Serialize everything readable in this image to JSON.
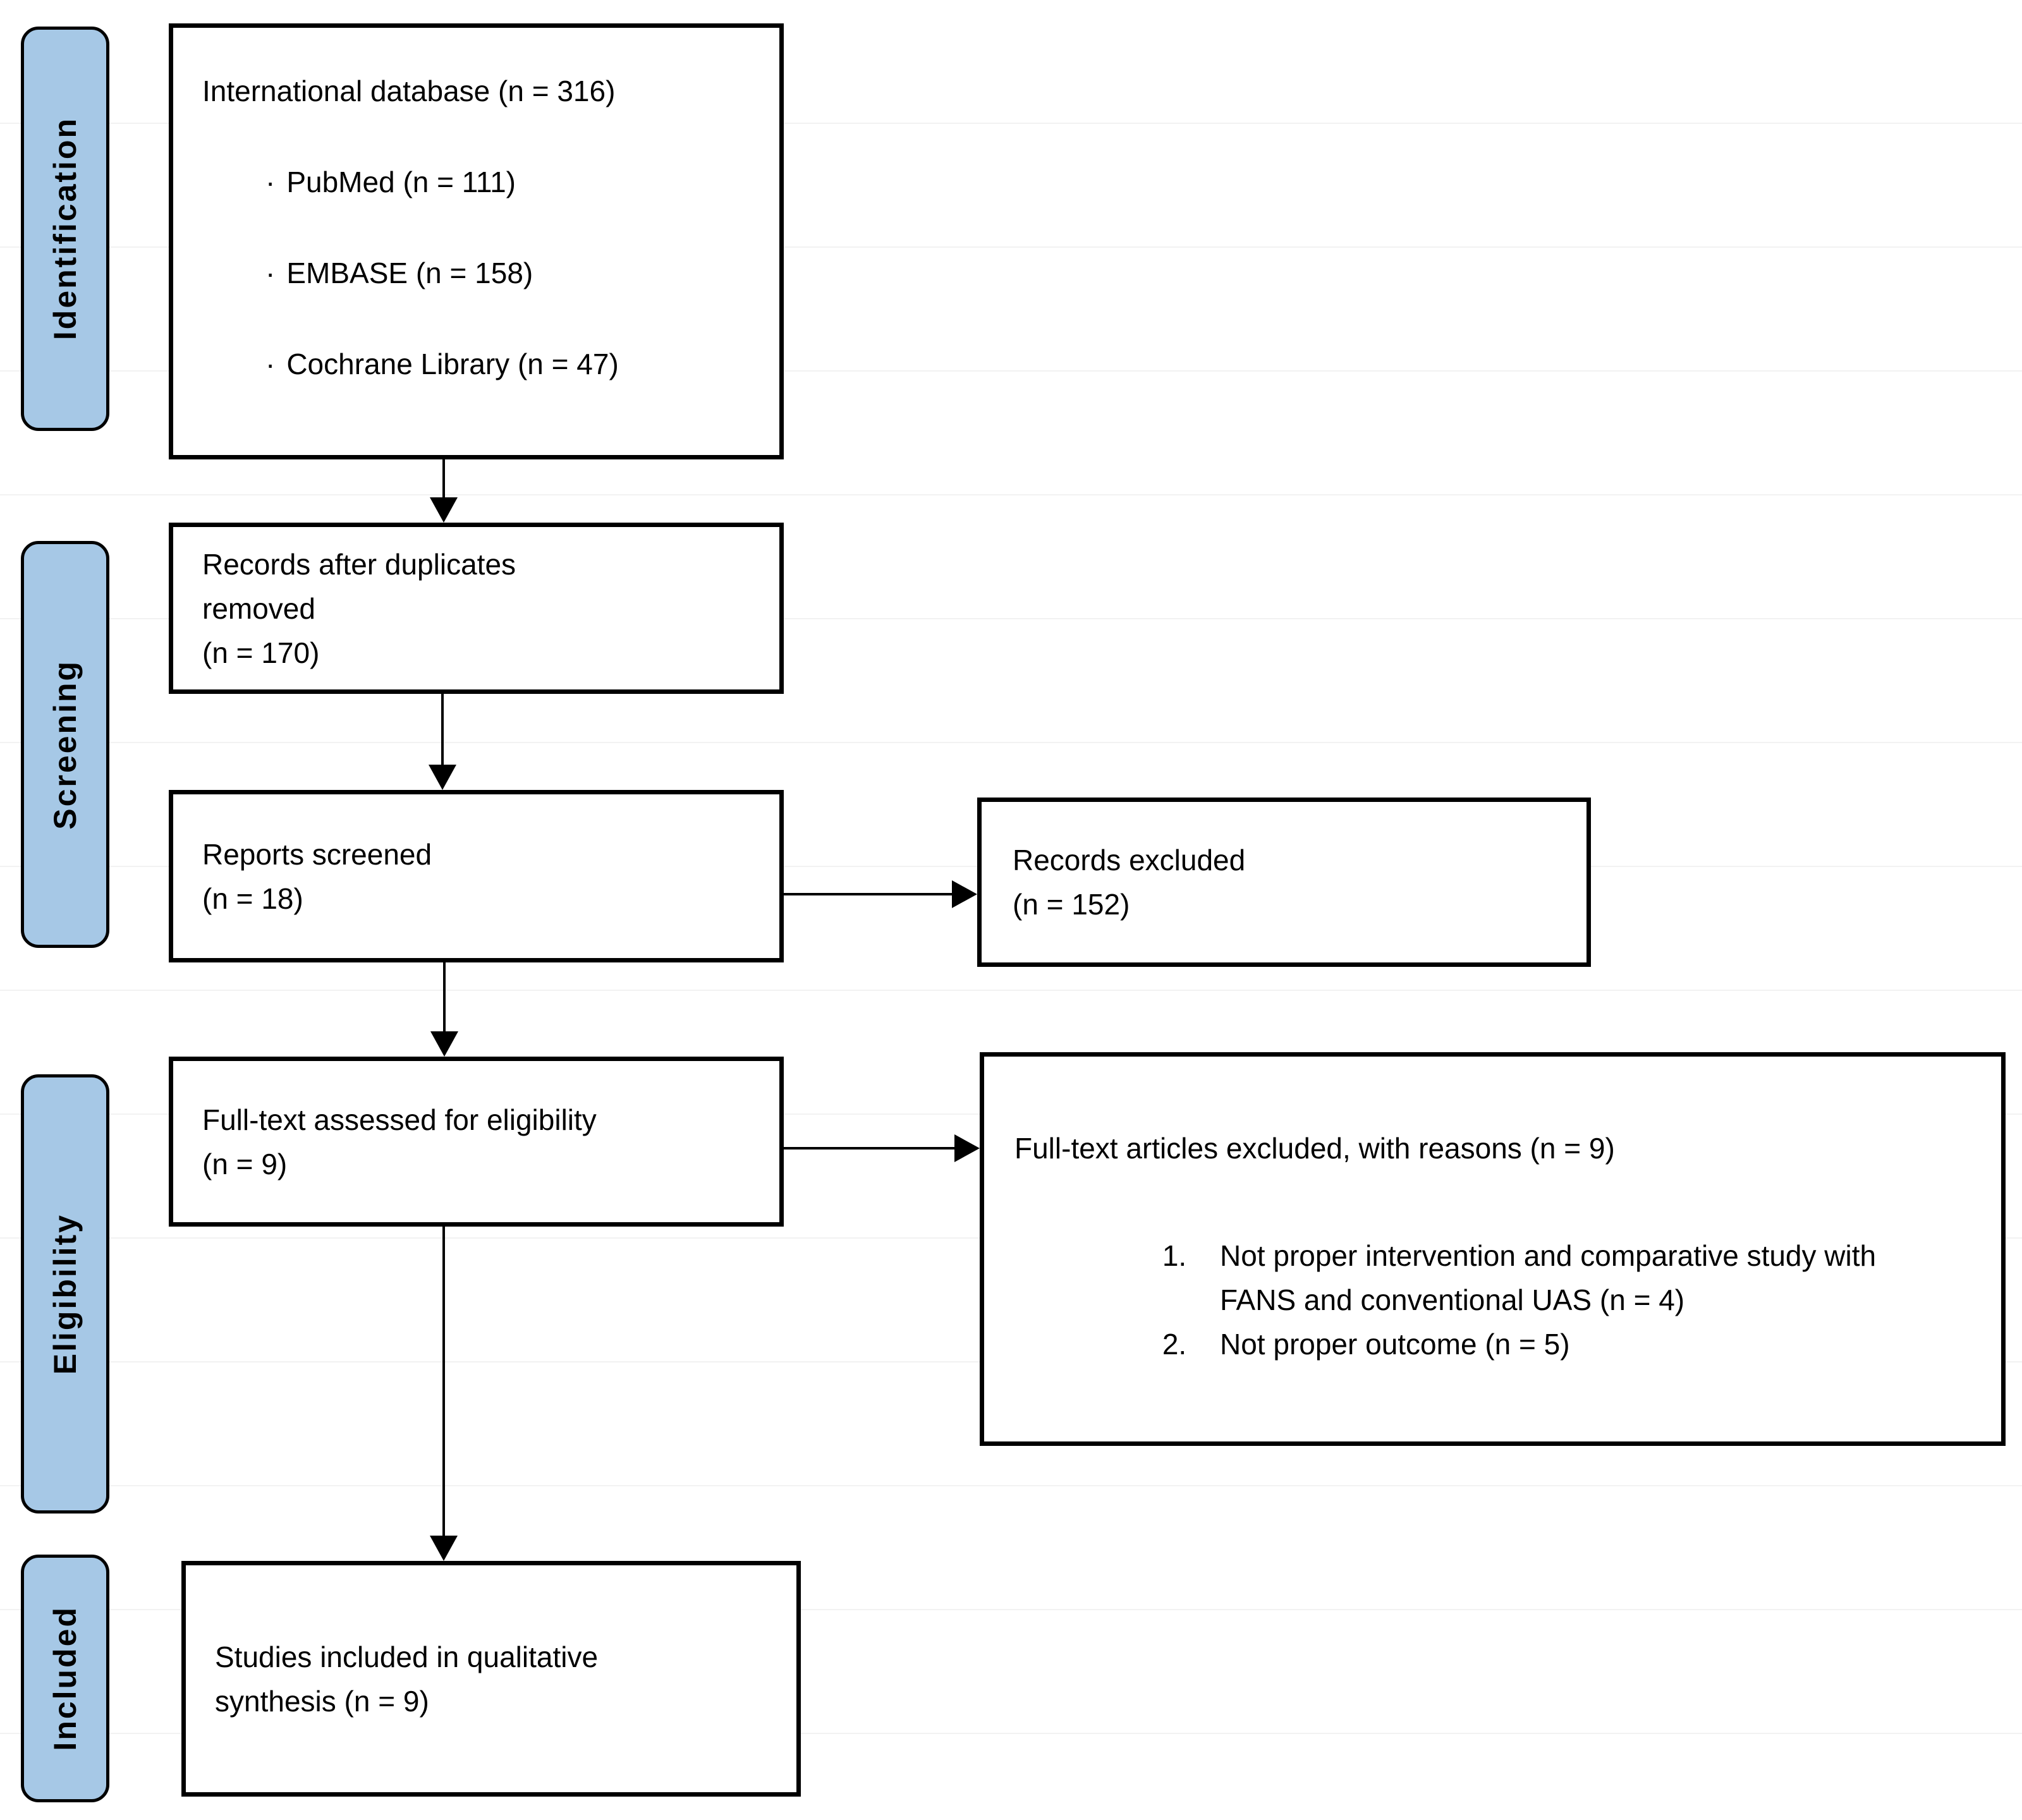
{
  "colors": {
    "stage_fill": "#a6c8e6",
    "border": "#000000",
    "background": "#ffffff"
  },
  "stages": [
    {
      "label": "Identification"
    },
    {
      "label": "Screening"
    },
    {
      "label": "Eligibility"
    },
    {
      "label": "Included"
    }
  ],
  "boxes": {
    "identification_sources": {
      "title": "International database (n = 316)",
      "bullet_char": "·",
      "items": [
        "PubMed (n = 111)",
        "EMBASE (n = 158)",
        "Cochrane Library (n = 47)"
      ]
    },
    "duplicates_removed": {
      "lines": [
        "Records after duplicates",
        "removed",
        "(n = 170)"
      ]
    },
    "reports_screened": {
      "lines": [
        "Reports screened",
        "(n = 18)"
      ]
    },
    "records_excluded": {
      "lines": [
        "Records excluded",
        "(n = 152)"
      ]
    },
    "fulltext_assessed": {
      "lines": [
        "Full-text assessed for eligibility",
        "(n = 9)"
      ]
    },
    "fulltext_excluded": {
      "title": "Full-text articles excluded, with reasons (n = 9)",
      "reasons": [
        "Not proper intervention and comparative study with FANS and conventional UAS (n = 4)",
        "Not proper outcome (n = 5)"
      ]
    },
    "studies_included": {
      "lines": [
        "Studies included in qualitative",
        "synthesis (n = 9)"
      ]
    }
  }
}
